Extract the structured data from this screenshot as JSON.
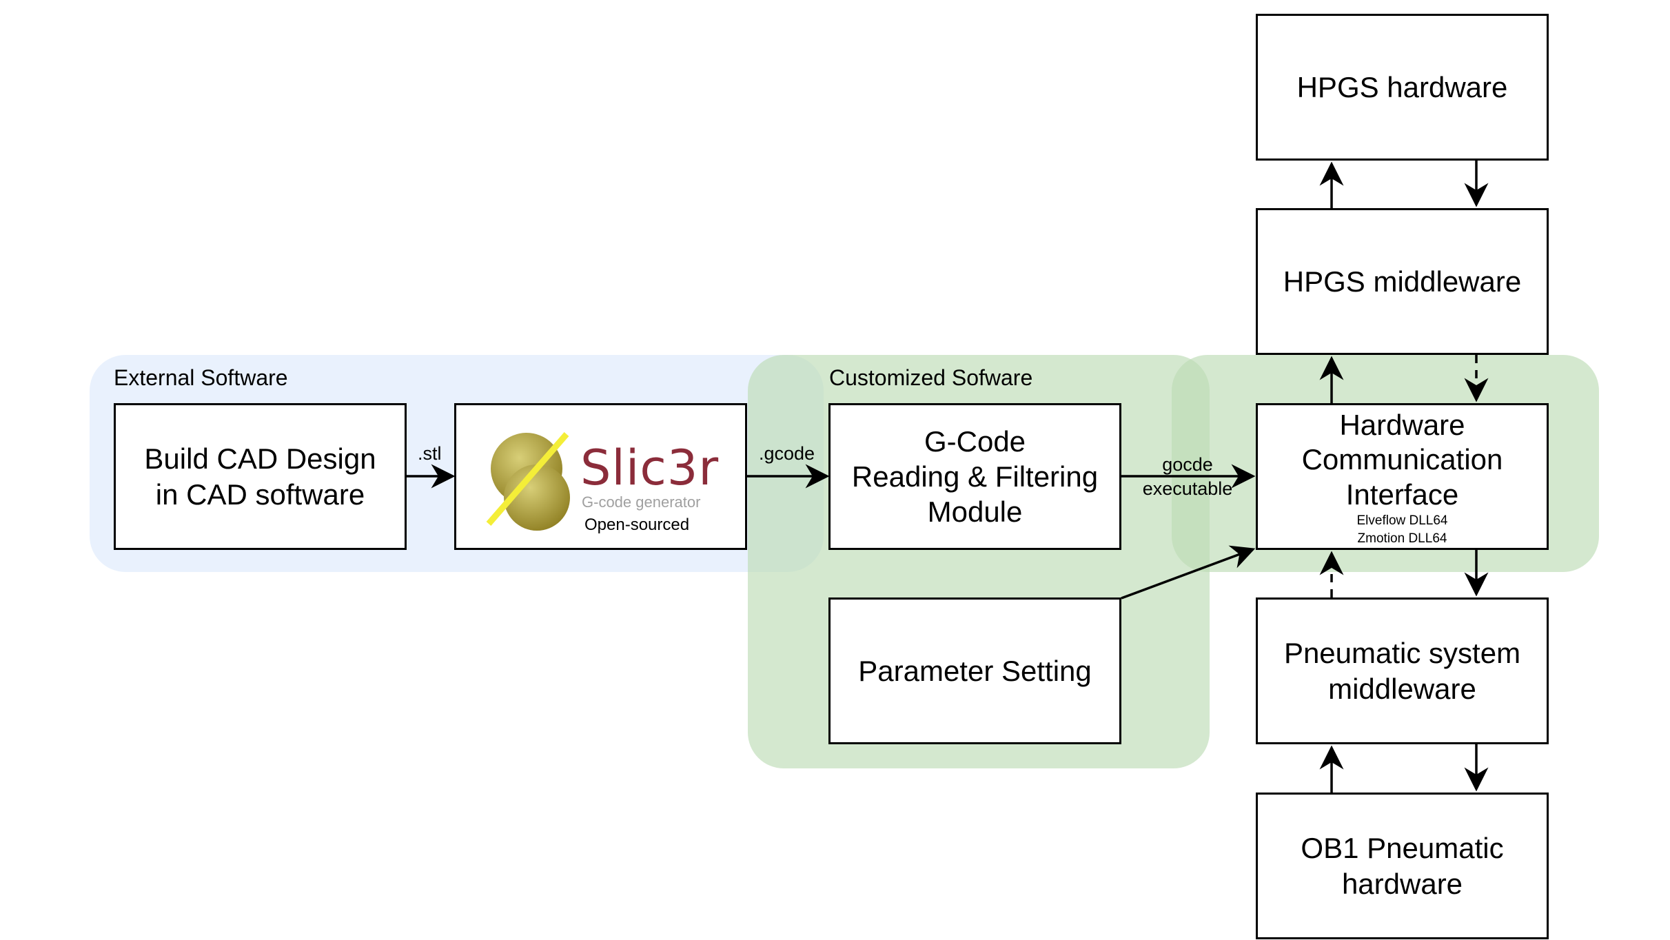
{
  "regions": {
    "external": {
      "label": "External Software"
    },
    "customized": {
      "label": "Customized Sofware"
    }
  },
  "nodes": {
    "cad": {
      "label": "Build CAD Design\nin CAD software"
    },
    "slicer": {
      "logo_text": "Slic3r",
      "logo_subtitle": "G-code generator",
      "caption": "Open-sourced"
    },
    "gcode_module": {
      "label": "G-Code\nReading & Filtering\nModule"
    },
    "param": {
      "label": "Parameter Setting"
    },
    "hci": {
      "label": "Hardware\nCommunication\nInterface",
      "sub1": "Elveflow DLL64",
      "sub2": "Zmotion DLL64"
    },
    "hpgs_hw": {
      "label": "HPGS hardware"
    },
    "hpgs_mw": {
      "label": "HPGS middleware"
    },
    "pneu_mw": {
      "label": "Pneumatic system\nmiddleware"
    },
    "ob1": {
      "label": "OB1 Pneumatic\nhardware"
    }
  },
  "edges": {
    "stl": ".stl",
    "gcode": ".gcode",
    "gocde_exec": "gocde\nexecutable"
  },
  "colors": {
    "external_region": "#dae8fc",
    "customized_region": "#bddcb5",
    "slic3r_red": "#8b2c3a",
    "slic3r_gold": "#b8a636"
  }
}
